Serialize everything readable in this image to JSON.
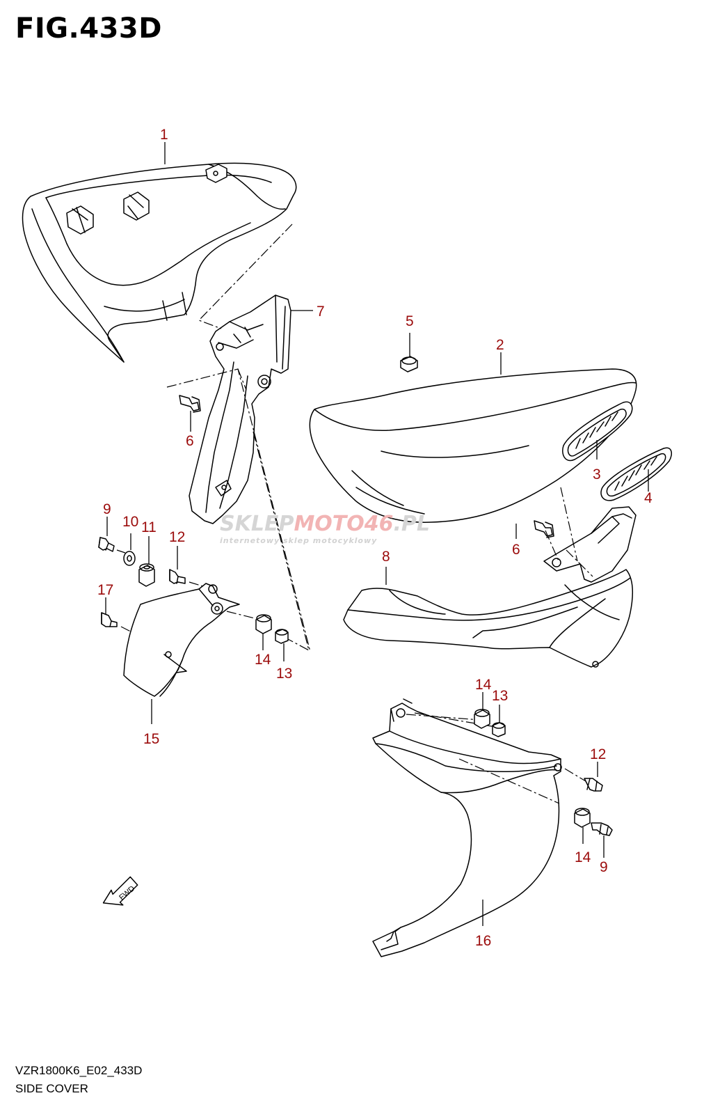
{
  "figure": {
    "title": "FIG.433D",
    "diagram_code": "VZR1800K6_E02_433D",
    "section_name": "SIDE COVER"
  },
  "watermark": {
    "brand_a": "SKLEP",
    "brand_b": "MOTO",
    "brand_c": "46",
    "brand_d": ".PL",
    "tagline": "internetowy sklep motocyklowy"
  },
  "fwd_label": "FWD",
  "callouts": [
    "1",
    "2",
    "3",
    "4",
    "5",
    "6",
    "6",
    "7",
    "8",
    "9",
    "10",
    "11",
    "12",
    "17",
    "14",
    "13",
    "15",
    "14",
    "13",
    "12",
    "14",
    "9",
    "16"
  ]
}
